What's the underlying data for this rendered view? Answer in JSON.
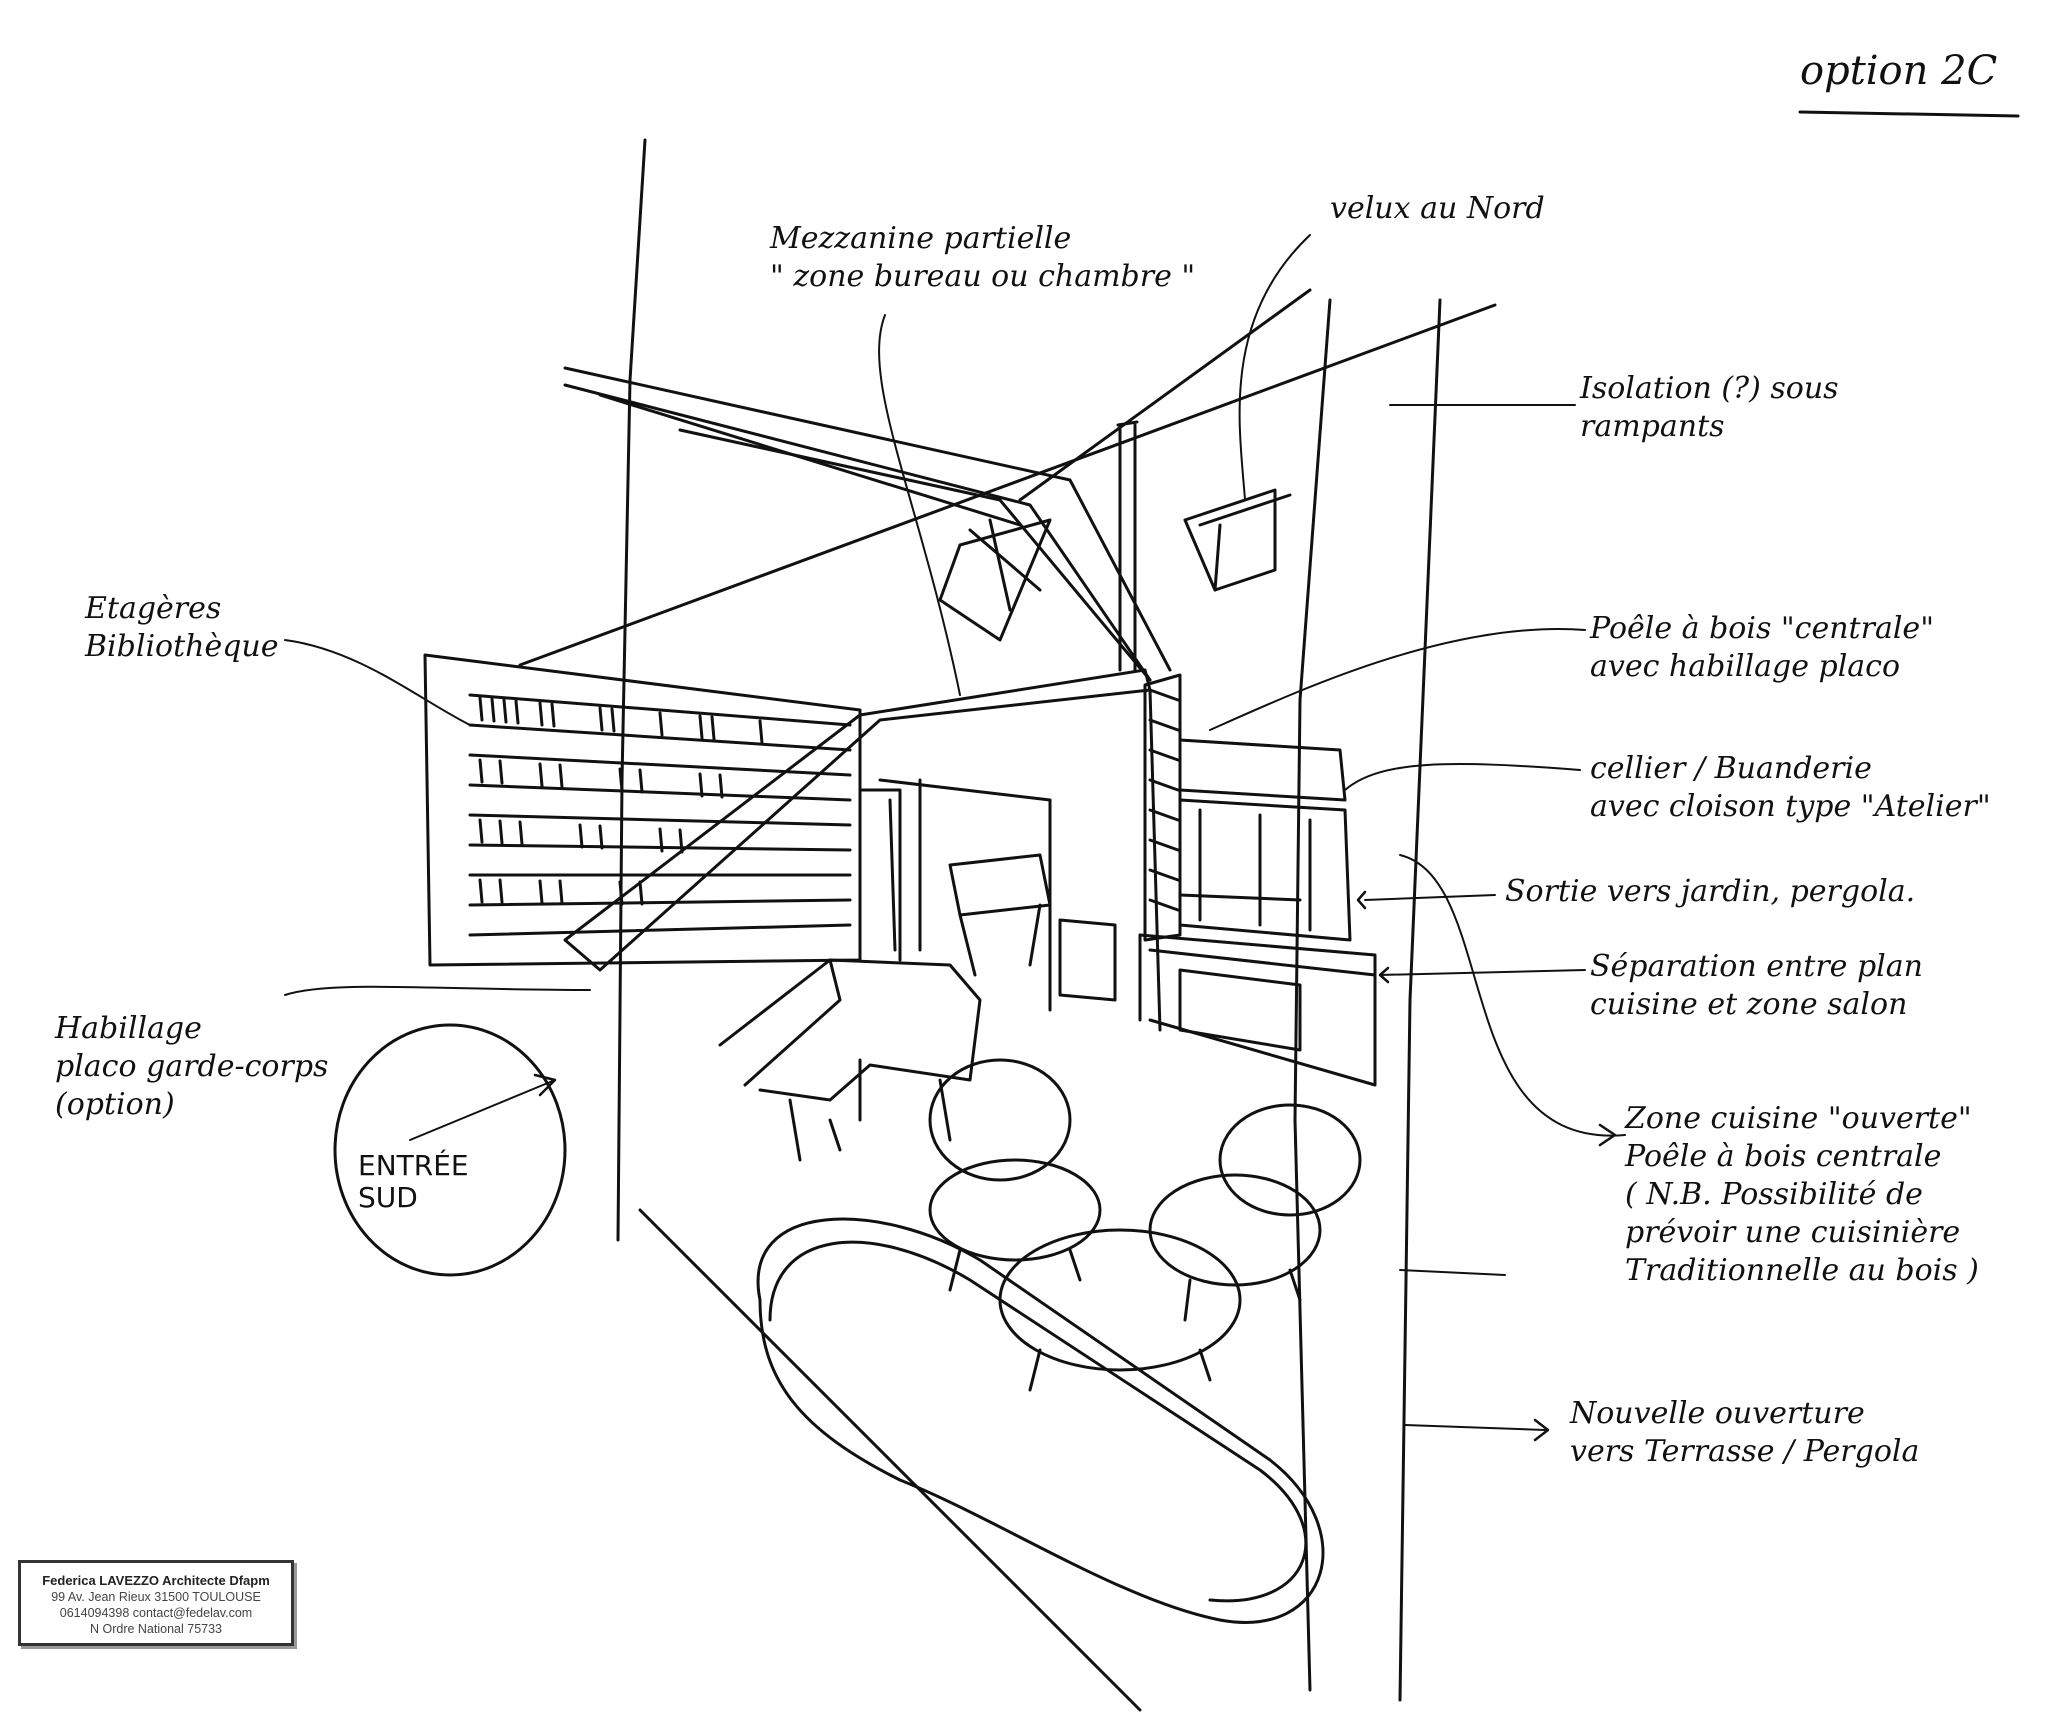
{
  "title": "option 2C",
  "annotations": {
    "mezzanine": [
      "Mezzanine partielle",
      "\" zone bureau ou chambre \""
    ],
    "velux": [
      "velux au Nord"
    ],
    "isolation": [
      "Isolation (?) sous",
      "rampants"
    ],
    "etageres": [
      "Etagères",
      "Bibliothèque"
    ],
    "poele": [
      "Poêle à bois \"centrale\"",
      "avec habillage placo"
    ],
    "cellier": [
      "cellier / Buanderie",
      "avec cloison type \"Atelier\""
    ],
    "sortie": [
      "Sortie vers jardin, pergola."
    ],
    "separation": [
      "Séparation entre plan",
      "cuisine et zone salon"
    ],
    "zone_cuisine": [
      "Zone cuisine \"ouverte\"",
      "Poêle à bois centrale",
      "( N.B. Possibilité de",
      "prévoir une cuisinière",
      "Traditionnelle au bois )"
    ],
    "habillage": [
      "Habillage",
      "placo garde-corps",
      "(option)"
    ],
    "entree": [
      "ENTRÉE",
      "SUD"
    ],
    "nouvelle": [
      "Nouvelle ouverture",
      "vers Terrasse / Pergola"
    ]
  },
  "stamp": {
    "line1": "Federica LAVEZZO Architecte Dfapm",
    "line2": "99 Av. Jean Rieux 31500 TOULOUSE",
    "line3": "0614094398 contact@fedelav.com",
    "line4": "N Ordre National 75733"
  }
}
